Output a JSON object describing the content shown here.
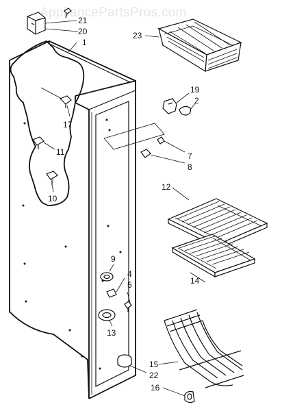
{
  "watermark": "AppliancePartsPros.com",
  "callouts": {
    "c1": "1",
    "c2": "2",
    "c4": "4",
    "c5": "5",
    "c7": "7",
    "c8": "8",
    "c9": "9",
    "c10": "10",
    "c11": "11",
    "c12": "12",
    "c13": "13",
    "c14": "14",
    "c15": "15",
    "c16": "16",
    "c17": "17",
    "c19": "19",
    "c20": "20",
    "c21": "21",
    "c22": "22",
    "c23": "23"
  }
}
